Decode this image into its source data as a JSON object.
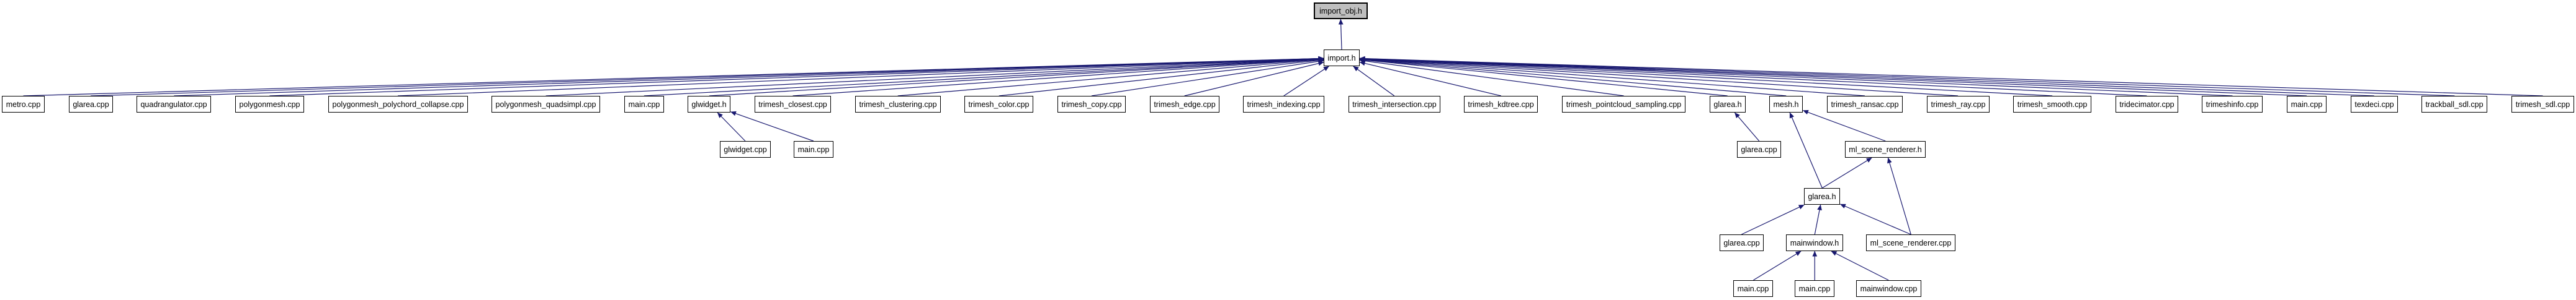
{
  "graph": {
    "type": "include-dependency-graph",
    "root_label": "import_obj.h",
    "colors": {
      "edge": "#191970",
      "node_background": "#ffffff",
      "node_border": "#000000",
      "root_background": "#bfbfbf",
      "text": "#000000",
      "canvas_background": "#ffffff"
    },
    "nodes": [
      {
        "id": "import_obj_h",
        "label": "import_obj.h",
        "role": "root"
      },
      {
        "id": "import_h",
        "label": "import.h"
      },
      {
        "id": "metro_cpp",
        "label": "metro.cpp"
      },
      {
        "id": "glarea_cpp_1",
        "label": "glarea.cpp"
      },
      {
        "id": "quadrangulator_cpp",
        "label": "quadrangulator.cpp"
      },
      {
        "id": "polygonmesh_cpp",
        "label": "polygonmesh.cpp"
      },
      {
        "id": "polygonmesh_polychord_collapse_cpp",
        "label": "polygonmesh_polychord_collapse.cpp"
      },
      {
        "id": "polygonmesh_quadsimpl_cpp",
        "label": "polygonmesh_quadsimpl.cpp"
      },
      {
        "id": "main_cpp_1",
        "label": "main.cpp"
      },
      {
        "id": "glwidget_h",
        "label": "glwidget.h"
      },
      {
        "id": "trimesh_closest_cpp",
        "label": "trimesh_closest.cpp"
      },
      {
        "id": "trimesh_clustering_cpp",
        "label": "trimesh_clustering.cpp"
      },
      {
        "id": "trimesh_color_cpp",
        "label": "trimesh_color.cpp"
      },
      {
        "id": "trimesh_copy_cpp",
        "label": "trimesh_copy.cpp"
      },
      {
        "id": "trimesh_edge_cpp",
        "label": "trimesh_edge.cpp"
      },
      {
        "id": "trimesh_indexing_cpp",
        "label": "trimesh_indexing.cpp"
      },
      {
        "id": "trimesh_intersection_cpp",
        "label": "trimesh_intersection.cpp"
      },
      {
        "id": "trimesh_kdtree_cpp",
        "label": "trimesh_kdtree.cpp"
      },
      {
        "id": "trimesh_pointcloud_sampling_cpp",
        "label": "trimesh_pointcloud_sampling.cpp"
      },
      {
        "id": "glarea_h_1",
        "label": "glarea.h"
      },
      {
        "id": "mesh_h",
        "label": "mesh.h"
      },
      {
        "id": "trimesh_ransac_cpp",
        "label": "trimesh_ransac.cpp"
      },
      {
        "id": "trimesh_ray_cpp",
        "label": "trimesh_ray.cpp"
      },
      {
        "id": "trimesh_smooth_cpp",
        "label": "trimesh_smooth.cpp"
      },
      {
        "id": "tridecimator_cpp",
        "label": "tridecimator.cpp"
      },
      {
        "id": "trimeshinfo_cpp",
        "label": "trimeshinfo.cpp"
      },
      {
        "id": "main_cpp_2",
        "label": "main.cpp"
      },
      {
        "id": "texdeci_cpp",
        "label": "texdeci.cpp"
      },
      {
        "id": "trackball_sdl_cpp",
        "label": "trackball_sdl.cpp"
      },
      {
        "id": "trimesh_sdl_cpp",
        "label": "trimesh_sdl.cpp"
      },
      {
        "id": "glwidget_cpp",
        "label": "glwidget.cpp"
      },
      {
        "id": "main_cpp_3",
        "label": "main.cpp"
      },
      {
        "id": "glarea_cpp_2",
        "label": "glarea.cpp"
      },
      {
        "id": "ml_scene_renderer_h",
        "label": "ml_scene_renderer.h"
      },
      {
        "id": "glarea_h_2",
        "label": "glarea.h"
      },
      {
        "id": "glarea_cpp_3",
        "label": "glarea.cpp"
      },
      {
        "id": "mainwindow_h",
        "label": "mainwindow.h"
      },
      {
        "id": "ml_scene_renderer_cpp",
        "label": "ml_scene_renderer.cpp"
      },
      {
        "id": "main_cpp_4",
        "label": "main.cpp"
      },
      {
        "id": "main_cpp_5",
        "label": "main.cpp"
      },
      {
        "id": "mainwindow_cpp",
        "label": "mainwindow.cpp"
      }
    ],
    "edges": [
      [
        "import_h",
        "import_obj_h"
      ],
      [
        "metro_cpp",
        "import_h"
      ],
      [
        "glarea_cpp_1",
        "import_h"
      ],
      [
        "quadrangulator_cpp",
        "import_h"
      ],
      [
        "polygonmesh_cpp",
        "import_h"
      ],
      [
        "polygonmesh_polychord_collapse_cpp",
        "import_h"
      ],
      [
        "polygonmesh_quadsimpl_cpp",
        "import_h"
      ],
      [
        "main_cpp_1",
        "import_h"
      ],
      [
        "glwidget_h",
        "import_h"
      ],
      [
        "trimesh_closest_cpp",
        "import_h"
      ],
      [
        "trimesh_clustering_cpp",
        "import_h"
      ],
      [
        "trimesh_color_cpp",
        "import_h"
      ],
      [
        "trimesh_copy_cpp",
        "import_h"
      ],
      [
        "trimesh_edge_cpp",
        "import_h"
      ],
      [
        "trimesh_indexing_cpp",
        "import_h"
      ],
      [
        "trimesh_intersection_cpp",
        "import_h"
      ],
      [
        "trimesh_kdtree_cpp",
        "import_h"
      ],
      [
        "trimesh_pointcloud_sampling_cpp",
        "import_h"
      ],
      [
        "glarea_h_1",
        "import_h"
      ],
      [
        "mesh_h",
        "import_h"
      ],
      [
        "trimesh_ransac_cpp",
        "import_h"
      ],
      [
        "trimesh_ray_cpp",
        "import_h"
      ],
      [
        "trimesh_smooth_cpp",
        "import_h"
      ],
      [
        "tridecimator_cpp",
        "import_h"
      ],
      [
        "trimeshinfo_cpp",
        "import_h"
      ],
      [
        "main_cpp_2",
        "import_h"
      ],
      [
        "texdeci_cpp",
        "import_h"
      ],
      [
        "trackball_sdl_cpp",
        "import_h"
      ],
      [
        "trimesh_sdl_cpp",
        "import_h"
      ],
      [
        "glwidget_cpp",
        "glwidget_h"
      ],
      [
        "main_cpp_3",
        "glwidget_h"
      ],
      [
        "glarea_cpp_2",
        "glarea_h_1"
      ],
      [
        "ml_scene_renderer_h",
        "mesh_h"
      ],
      [
        "glarea_h_2",
        "mesh_h"
      ],
      [
        "glarea_h_2",
        "ml_scene_renderer_h"
      ],
      [
        "glarea_cpp_3",
        "glarea_h_2"
      ],
      [
        "mainwindow_h",
        "glarea_h_2"
      ],
      [
        "ml_scene_renderer_cpp",
        "glarea_h_2"
      ],
      [
        "ml_scene_renderer_cpp",
        "ml_scene_renderer_h"
      ],
      [
        "main_cpp_4",
        "mainwindow_h"
      ],
      [
        "main_cpp_5",
        "mainwindow_h"
      ],
      [
        "mainwindow_cpp",
        "mainwindow_h"
      ]
    ]
  }
}
